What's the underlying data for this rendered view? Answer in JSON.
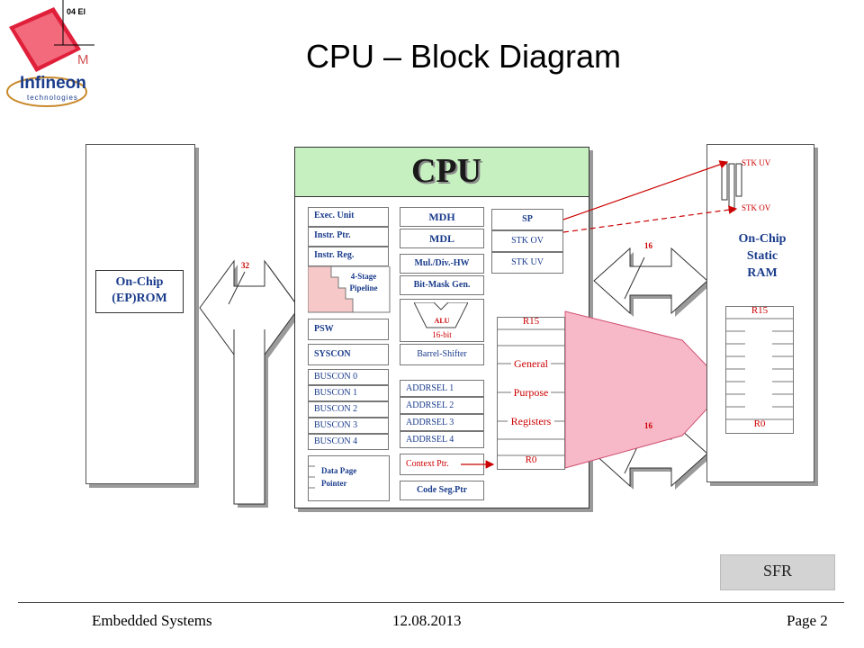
{
  "header": {
    "title": "CPU – Block Diagram",
    "logo_text": "Infineon",
    "logo_sub": "technologies",
    "logo_mark": "M",
    "logo_corner": "04 El"
  },
  "rom": {
    "label_line1": "On-Chip",
    "label_line2": "(EP)ROM",
    "bus_width": "32"
  },
  "cpu": {
    "title": "CPU",
    "exec_unit": "Exec. Unit",
    "instr_ptr": "Instr. Ptr.",
    "instr_reg": "Instr. Reg.",
    "pipeline_line1": "4-Stage",
    "pipeline_line2": "Pipeline",
    "psw": "PSW",
    "syscon": "SYSCON",
    "buscon": [
      "BUSCON 0",
      "BUSCON 1",
      "BUSCON 2",
      "BUSCON 3",
      "BUSCON 4"
    ],
    "data_page_line1": "Data Page",
    "data_page_line2": "Pointer",
    "mdh": "MDH",
    "mdl": "MDL",
    "mul_div": "Mul./Div.-HW",
    "bitmask": "Bit-Mask Gen.",
    "alu": "ALU",
    "alu_bits": "16-bit",
    "barrel": "Barrel-Shifter",
    "addrsel": [
      "ADDRSEL 1",
      "ADDRSEL 2",
      "ADDRSEL 3",
      "ADDRSEL 4"
    ],
    "context_ptr": "Context Ptr.",
    "code_seg": "Code Seg.Ptr",
    "sp": "SP",
    "stk_ov": "STK OV",
    "stk_uv": "STK UV",
    "gpr": {
      "top": "R15",
      "line1": "General",
      "line2": "Purpose",
      "line3": "Registers",
      "bottom": "R0"
    }
  },
  "ram": {
    "label_line1": "On-Chip",
    "label_line2": "Static",
    "label_line3": "RAM",
    "stk_uv": "STK UV",
    "stk_ov": "STK OV",
    "r15": "R15",
    "r0": "R0",
    "bus_width_top": "16",
    "bus_width_bottom": "16"
  },
  "sfr": {
    "label": "SFR"
  },
  "footer": {
    "left": "Embedded Systems",
    "center": "12.08.2013",
    "right": "Page 2"
  },
  "colors": {
    "cpu_header": "#c6f0c0",
    "red_accent": "#cc0000",
    "pink_highlight": "#f7b8c8",
    "sfr_bg": "#d3d3d3"
  }
}
